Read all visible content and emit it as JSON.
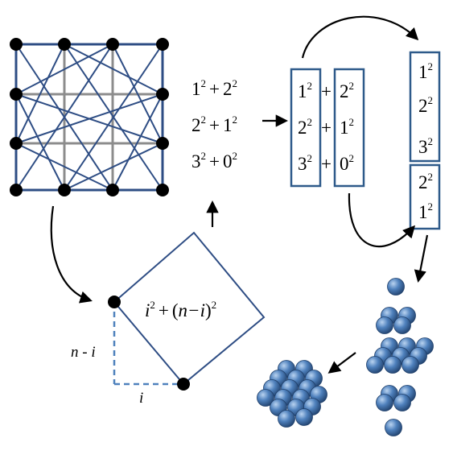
{
  "colors": {
    "frame": "#2e5a8a",
    "line": "#2e4d84",
    "grid": "#8c8c8c",
    "dot": "#000000",
    "sphere_base": "#4f81bd",
    "sphere_light": "#b9d3f0",
    "sphere_dark": "#1f3f6a",
    "dashed": "#4f81bd"
  },
  "sums": [
    {
      "a": "1",
      "b": "2",
      "exp": "2"
    },
    {
      "a": "2",
      "b": "1",
      "exp": "2"
    },
    {
      "a": "3",
      "b": "0",
      "exp": "2"
    }
  ],
  "plus": "+",
  "left_column": [
    "1",
    "2",
    "3"
  ],
  "right_column": [
    "2",
    "1",
    "0"
  ],
  "stack_top": [
    "1",
    "2",
    "3"
  ],
  "stack_bottom": [
    "2",
    "1"
  ],
  "exponent": "2",
  "formula": {
    "i": "i",
    "exp": "2",
    "plus": "+",
    "open": "(",
    "n_minus_i": "n−i",
    "close": ")"
  },
  "labels": {
    "n_minus_i": "n - i",
    "i": "i"
  },
  "pyramid_layers": [
    1,
    4,
    9,
    4,
    1
  ]
}
